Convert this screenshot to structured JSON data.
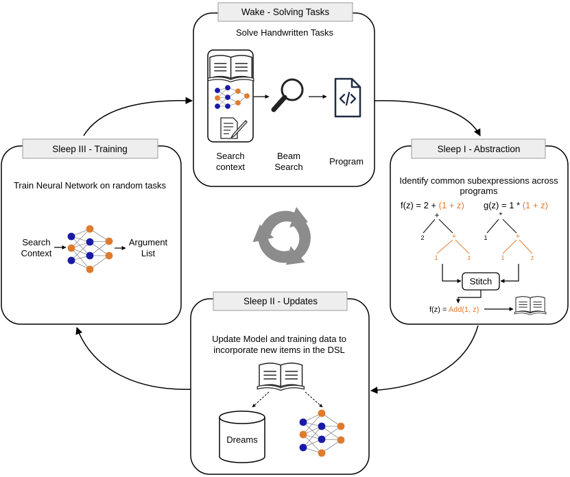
{
  "wake": {
    "title": "Wake - Solving Tasks",
    "subtitle": "Solve Handwritten Tasks",
    "search_context_l1": "Search",
    "search_context_l2": "context",
    "beam_l1": "Beam",
    "beam_l2": "Search",
    "program": "Program"
  },
  "sleep1": {
    "title": "Sleep I - Abstraction",
    "subtitle_l1": "Identify common subexpressions across",
    "subtitle_l2": "programs",
    "f_expr_prefix": "f(z) = 2 + ",
    "f_expr_common": "(1 + z)",
    "g_expr_prefix": "g(z) = 1 * ",
    "g_expr_common": "(1 + z)",
    "f_op": "+",
    "g_op": "*",
    "f_left": "2",
    "g_left": "1",
    "sub_op": "+",
    "sub_left": "1",
    "sub_right": "z",
    "stitch": "Stitch",
    "result_prefix": "f(z) = ",
    "result_value": "Add(1, z)"
  },
  "sleep2": {
    "title": "Sleep II - Updates",
    "subtitle_l1": "Update Model and training data to",
    "subtitle_l2": "incorporate new items in the DSL",
    "dreams": "Dreams"
  },
  "sleep3": {
    "title": "Sleep III - Training",
    "subtitle": "Train Neural Network on random tasks",
    "input_l1": "Search",
    "input_l2": "Context",
    "output_l1": "Argument",
    "output_l2": "List"
  },
  "colors": {
    "orange": "#e07b2e",
    "blue": "#1a1aa8",
    "title_bg": "#eeeeee",
    "cycle_arrow": "#8c8c8c"
  }
}
